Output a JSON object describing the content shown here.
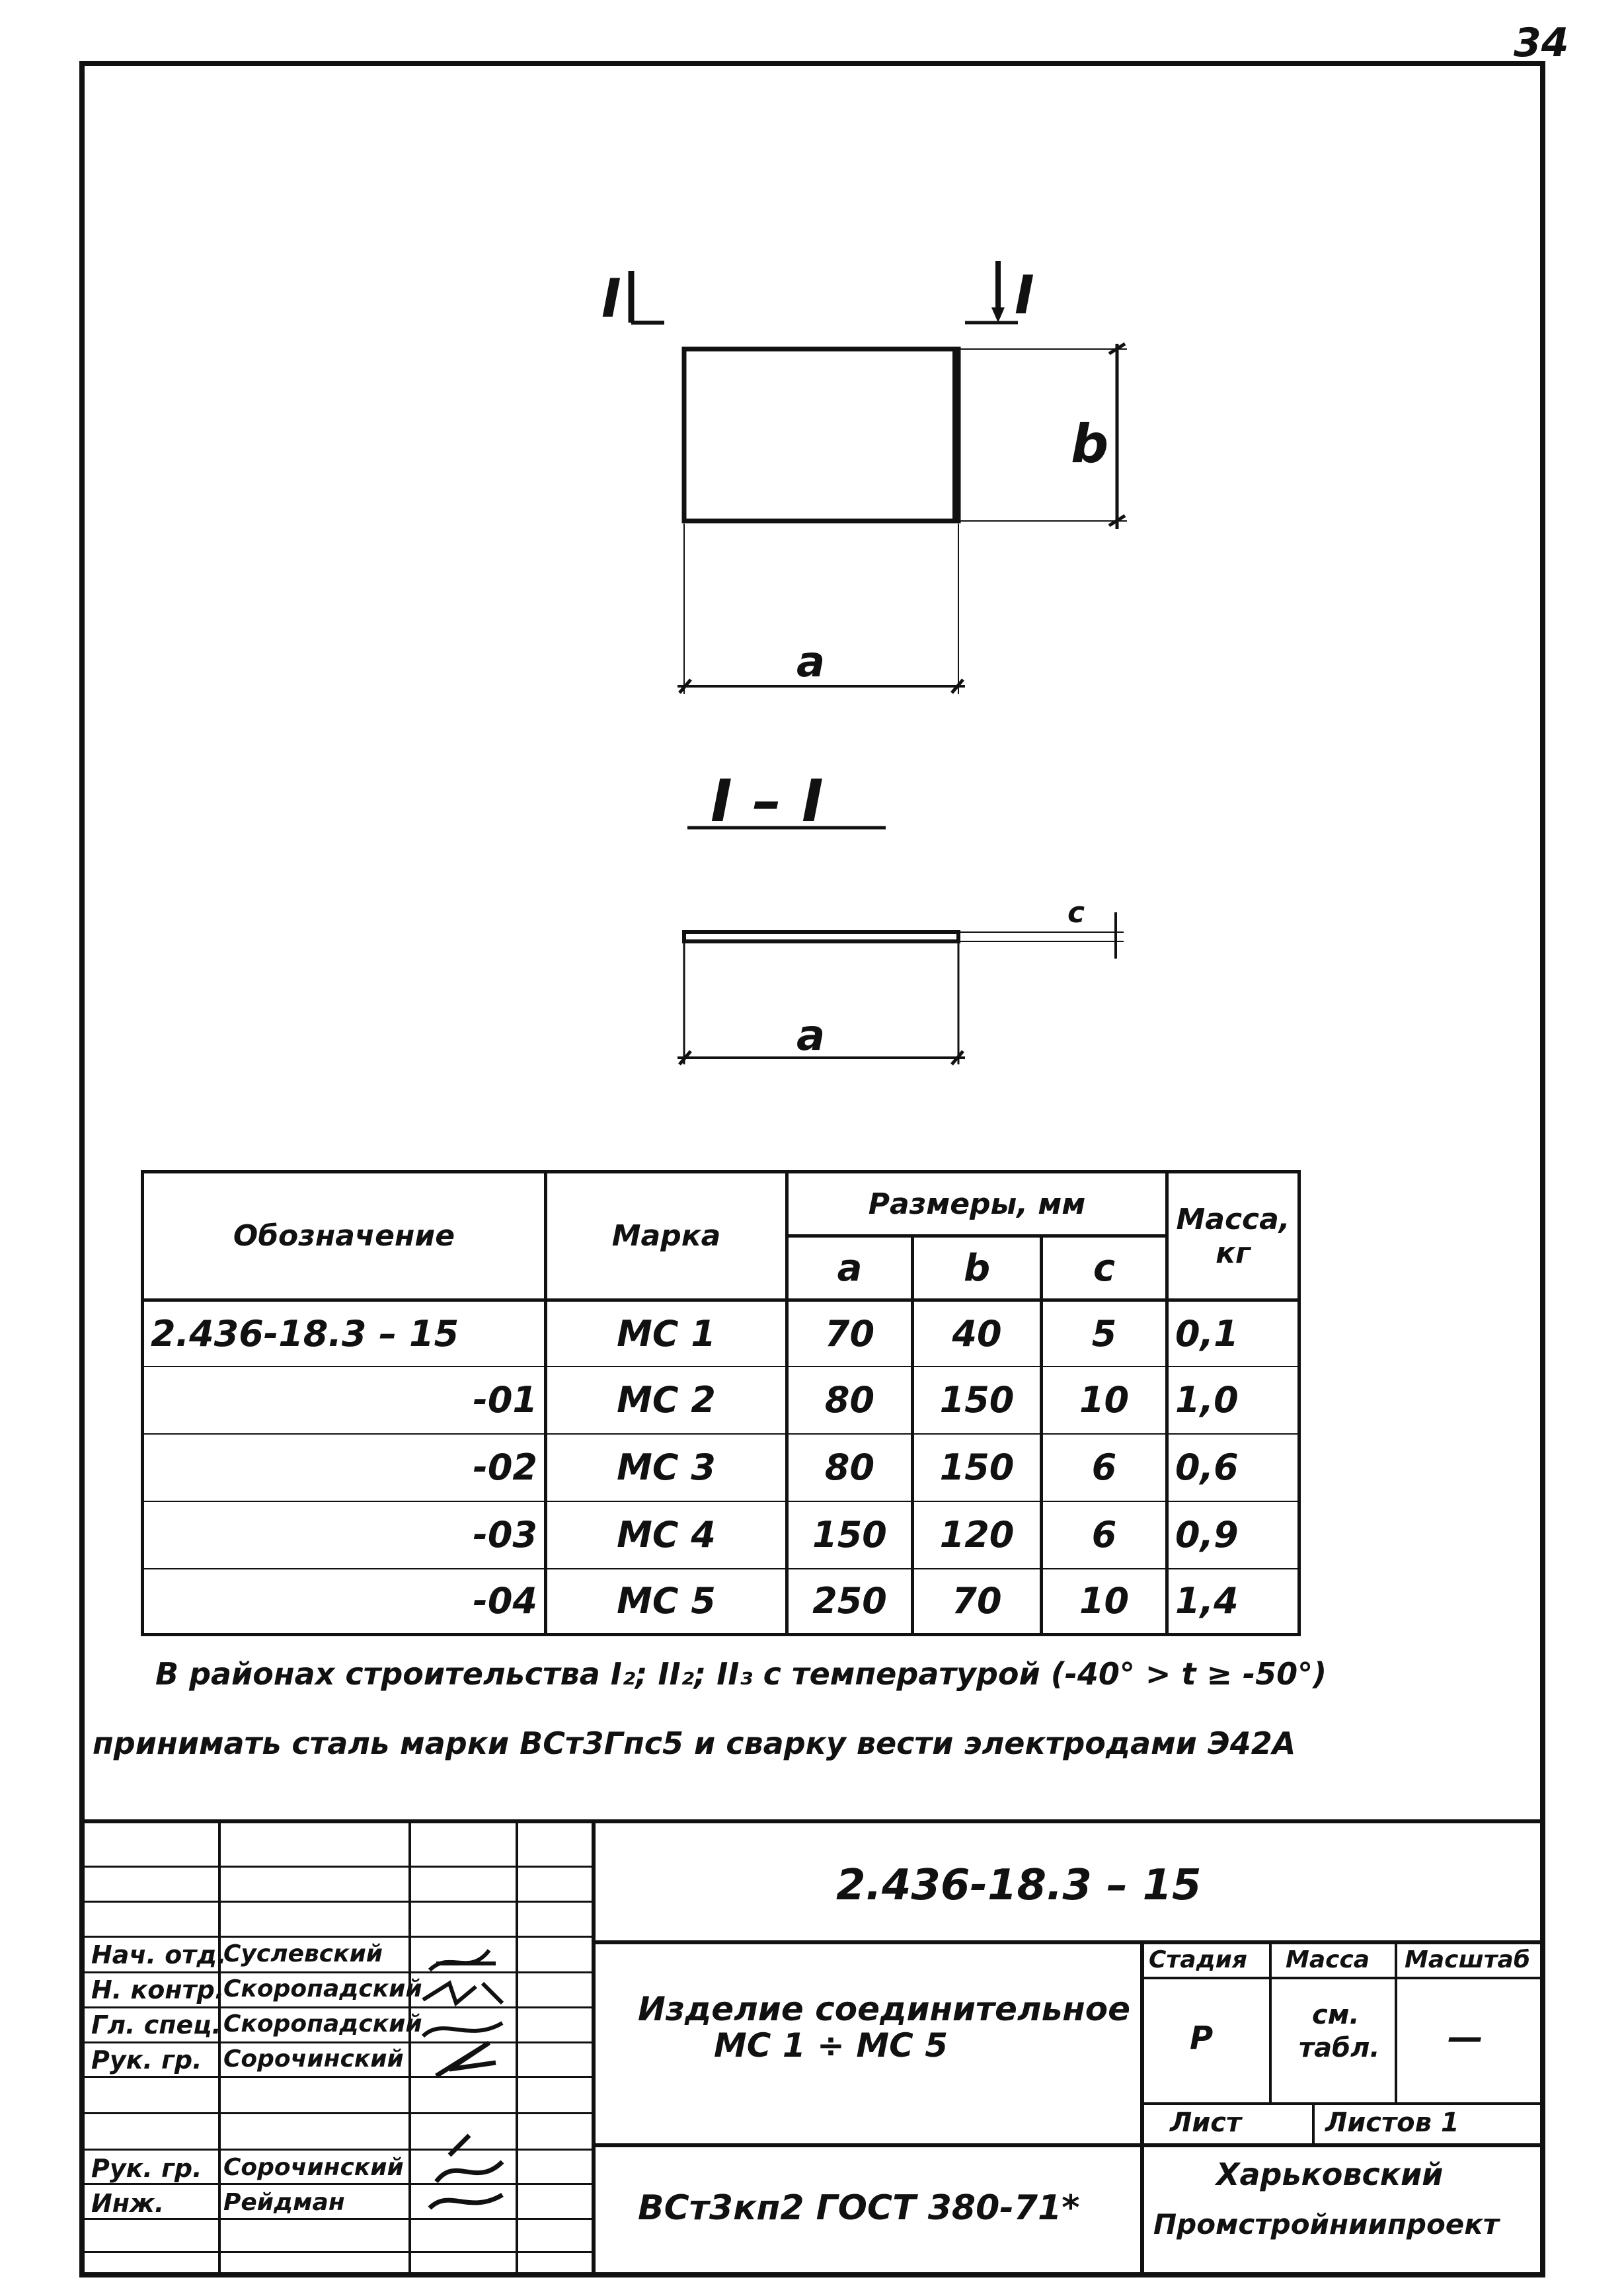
{
  "page_number": "34",
  "drawing": {
    "section_marks": [
      "I",
      "I"
    ],
    "dim_a": "a",
    "dim_b": "b",
    "dim_c": "c",
    "section_title": "I – I"
  },
  "table": {
    "headers": {
      "designation": "Обозначение",
      "mark": "Марка",
      "dimensions": "Размеры, мм",
      "a": "a",
      "b": "b",
      "c": "c",
      "mass": "Масса, кг"
    },
    "rows": [
      {
        "designation": "2.436-18.3 – 15",
        "mark": "МС 1",
        "a": "70",
        "b": "40",
        "c": "5",
        "mass": "0,1"
      },
      {
        "designation": "-01",
        "mark": "МС 2",
        "a": "80",
        "b": "150",
        "c": "10",
        "mass": "1,0"
      },
      {
        "designation": "-02",
        "mark": "МС 3",
        "a": "80",
        "b": "150",
        "c": "6",
        "mass": "0,6"
      },
      {
        "designation": "-03",
        "mark": "МС 4",
        "a": "150",
        "b": "120",
        "c": "6",
        "mass": "0,9"
      },
      {
        "designation": "-04",
        "mark": "МС 5",
        "a": "250",
        "b": "70",
        "c": "10",
        "mass": "1,4"
      }
    ]
  },
  "note": {
    "line1": "В районах строительства I₂; II₂; II₃  с температурой (-40° > t ≥ -50°)",
    "line2": "принимать сталь марки ВСт3Гпс5 и сварку вести электродами Э42А"
  },
  "title_block": {
    "code": "2.436-18.3 – 15",
    "staff": [
      {
        "role": "Нач. отд.",
        "name": "Суслевский"
      },
      {
        "role": "Н. контр.",
        "name": "Скоропадский"
      },
      {
        "role": "Гл. спец.",
        "name": "Скоропадский"
      },
      {
        "role": "Рук. гр.",
        "name": "Сорочинский"
      },
      {
        "role": "Рук. гр.",
        "name": "Сорочинский"
      },
      {
        "role": "Инж.",
        "name": "Рейдман"
      }
    ],
    "item_name_line1": "Изделие соединительное",
    "item_name_line2": "МС 1 ÷ МС 5",
    "stage_label": "Стадия",
    "mass_label": "Масса",
    "scale_label": "Масштаб",
    "stage_value": "Р",
    "mass_value_line1": "см.",
    "mass_value_line2": "табл.",
    "scale_value": "—",
    "sheet_label": "Лист",
    "sheets_label": "Листов 1",
    "material": "ВСт3кп2  ГОСТ 380-71*",
    "org_line1": "Харьковский",
    "org_line2": "Промстройниипроект"
  }
}
